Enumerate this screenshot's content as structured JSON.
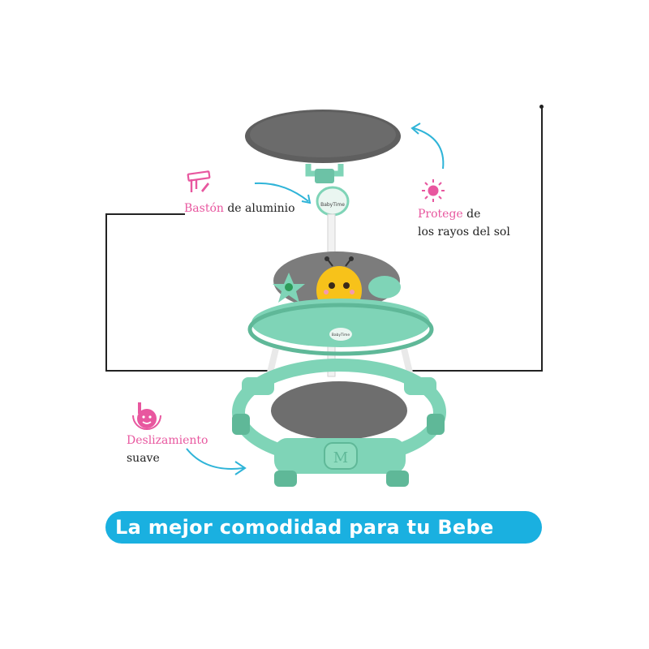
{
  "callouts": {
    "baston": {
      "highlight": "Bastón",
      "rest": " de aluminio",
      "icon": "pencil-ruler-icon"
    },
    "protege": {
      "highlight": "Protege",
      "rest": " de",
      "line2": "los rayos del sol",
      "icon": "sun-icon"
    },
    "deslizamiento": {
      "highlight": "Deslizamiento",
      "line2": "suave",
      "icon": "smooth-glide-icon"
    }
  },
  "toy_labels": {
    "handle_badge": "BabyTime",
    "tray_badge": "BabyTime",
    "footrest_letter": "M"
  },
  "banner": {
    "text": "La mejor comodidad para tu Bebe"
  },
  "colors": {
    "accent_pink": "#e8579f",
    "arrow_blue": "#2fb4d8",
    "banner_blue": "#1ab0e0",
    "walker_mint": "#7fd4b7",
    "canopy_gray": "#6b6b6b"
  }
}
